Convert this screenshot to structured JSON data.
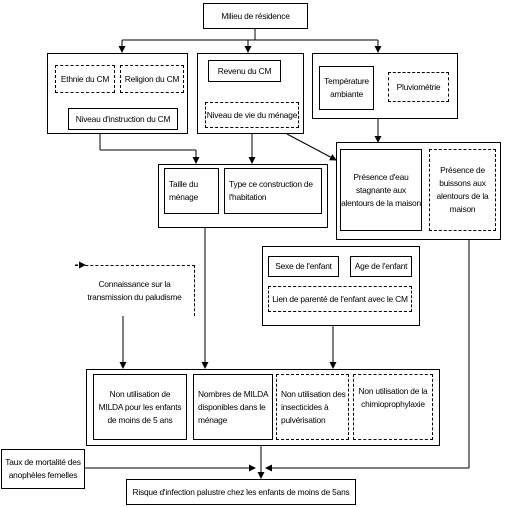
{
  "nodes": {
    "milieu_residence": "Milieu de résidence",
    "ethnie_cm": "Ethnie du CM",
    "religion_cm": "Religion du CM",
    "niveau_instruction_cm": "Niveau d'instruction  du CM",
    "revenu_cm": "Revenu du CM",
    "niveau_vie_menage": "Niveau de vie du ménage",
    "temperature_ambiante": "Température\nambiante",
    "pluviometrie": "Pluviométrie",
    "taille_menage": "Taille du\nménage",
    "type_construction": "Type ce construction de\nl'habitation",
    "presence_eau": "Présence d'eau\nstagnante aux\nalentours  de la maison",
    "presence_buissons": "Présence de\nbuissons aux\nalentours  de  la\nmaison",
    "connaissance_transmission": "Connaissance sur la\ntransmission du paludisme",
    "sexe_enfant": "Sexe de l'enfant",
    "age_enfant": "Age de l'enfant",
    "lien_parente": "Lien de parenté de l'enfant avec le CM",
    "non_utilisation_milda": "Non utilisation de\nMILDA pour les enfants\nde moins de 5 ans",
    "nombre_milda": "Nombres de MILDA\ndisponibles dans le\nménage",
    "non_utilisation_insecticides": "Non utilisation des\ninsecticides à\npulvérisation",
    "non_utilisation_chimio": "Non utilisation de la\nchimioprophylaxie",
    "taux_mortalite_anopheles": "Taux de mortalité des\nanophèles femelles",
    "risque_infection": "Risque d'infection palustre chez les enfants de moins de 5ans"
  }
}
